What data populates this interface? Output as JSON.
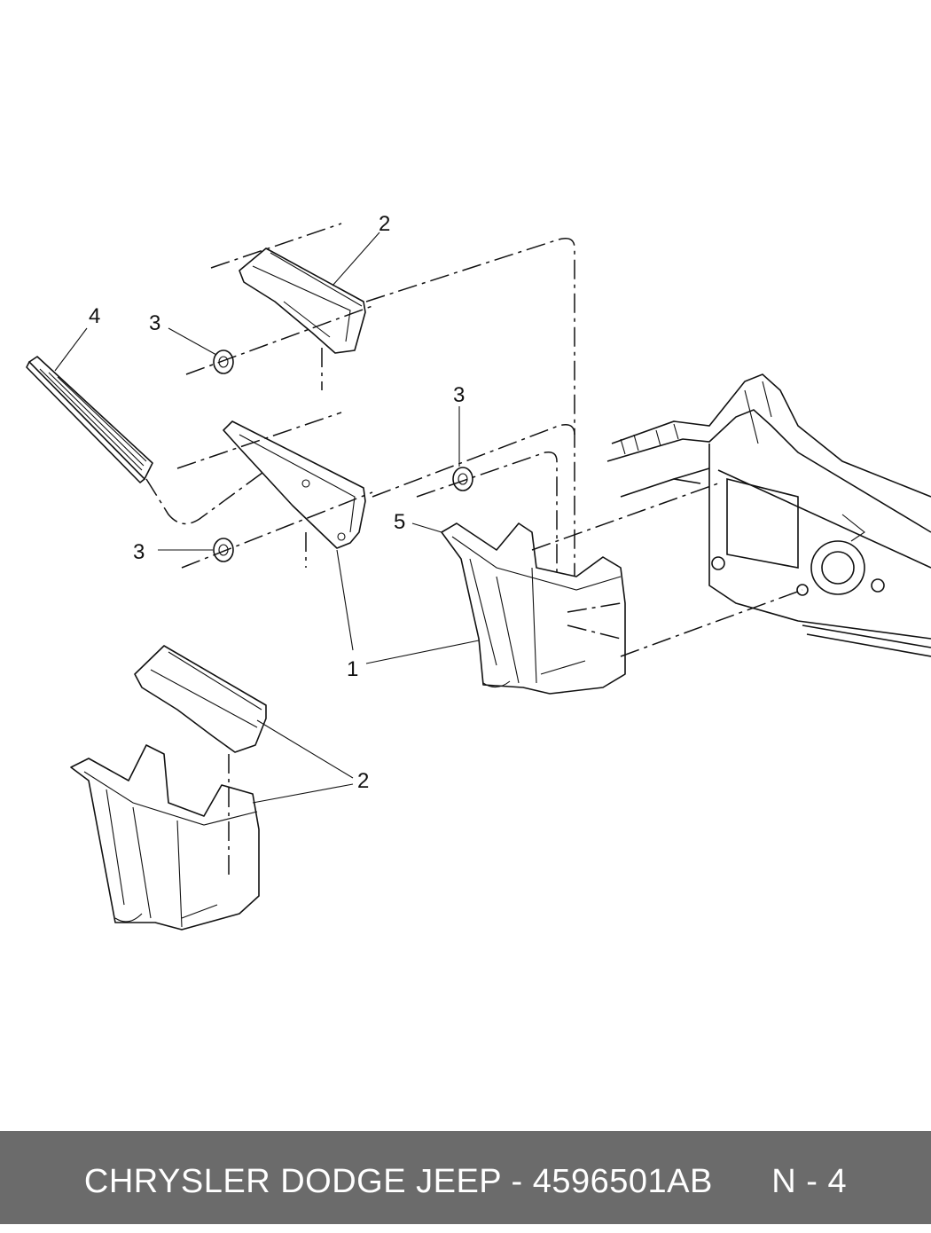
{
  "callouts": {
    "c1": "1",
    "c2_top": "2",
    "c2_bottom": "2",
    "c3_upper_left": "3",
    "c3_right": "3",
    "c3_lower_left": "3",
    "c4": "4",
    "c5": "5"
  },
  "footer": {
    "brand": "CHRYSLER DODGE JEEP",
    "separator": " - ",
    "part_number": "4596501AB",
    "page": "N - 4"
  },
  "colors": {
    "footer_background": "#6b6b6b",
    "footer_text": "#ffffff",
    "line": "#111111"
  }
}
